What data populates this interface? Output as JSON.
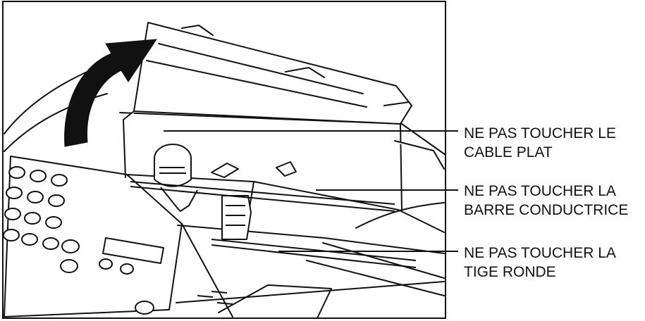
{
  "callouts": [
    {
      "line1": "NE PAS TOUCHER LE",
      "line2": "CABLE PLAT"
    },
    {
      "line1": "NE PAS TOUCHER LA",
      "line2": "BARRE CONDUCTRICE"
    },
    {
      "line1": "NE PAS TOUCHER LA",
      "line2": "TIGE RONDE"
    }
  ]
}
